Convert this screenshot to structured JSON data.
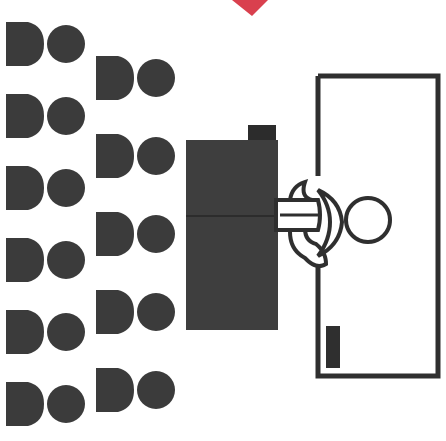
{
  "diagram": {
    "colors": {
      "background": "#ffffff",
      "audience": "#3b3b3b",
      "desk": "#3e3e3e",
      "desk_shadow": "#2c2c2c",
      "outline": "#2f2f2f",
      "accent": "#d9404e"
    },
    "audience_columns": [
      {
        "rows": 6
      },
      {
        "rows": 5
      }
    ],
    "elements": [
      {
        "name": "red-arrow-tip",
        "icon": "arrow-down-icon"
      },
      {
        "name": "desk",
        "icon": "desk-icon"
      },
      {
        "name": "presenter",
        "icon": "person-icon"
      },
      {
        "name": "screen",
        "icon": "screen-icon"
      }
    ]
  }
}
